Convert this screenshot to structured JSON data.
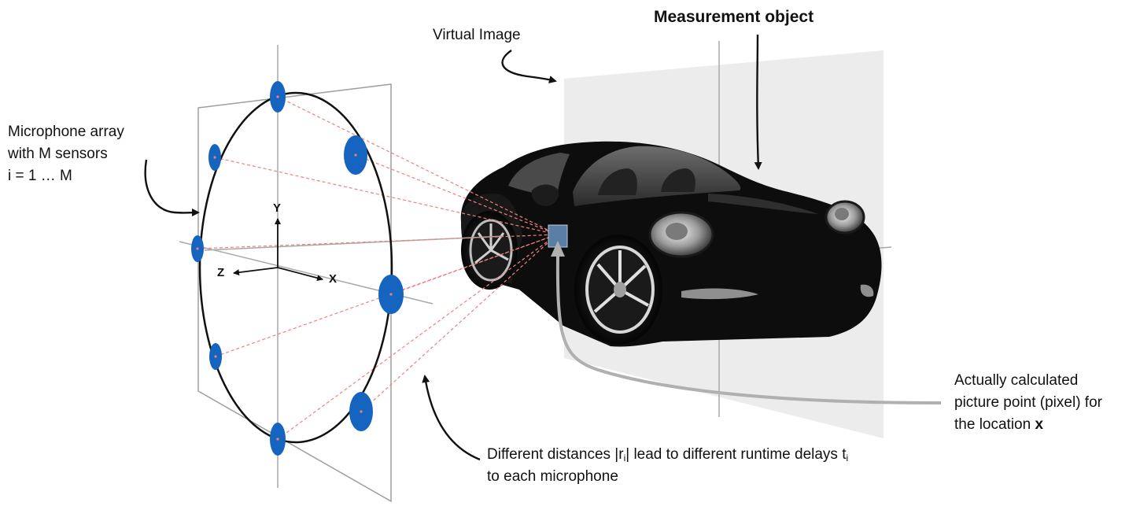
{
  "labels": {
    "measurement_object": "Measurement object",
    "virtual_image": "Virtual Image",
    "mic_array_line1": "Microphone array",
    "mic_array_line2": "with M sensors",
    "mic_array_line3": "i = 1 … M",
    "calc_line1": "Actually calculated",
    "calc_line2": "picture point (pixel) for",
    "calc_line3_prefix": "the location ",
    "calc_line3_bold": "x",
    "distance_line1_a": "Different distances |r",
    "distance_line1_sub_i": "i",
    "distance_line1_b": "| lead to different runtime delays t",
    "distance_line1_sub_t": "i",
    "distance_line2": "to each microphone"
  },
  "axes": {
    "y": "Y",
    "z": "Z",
    "x": "X"
  },
  "colors": {
    "sensor": "#1565c0",
    "ray": "#f08080",
    "frame": "#9e9e9e",
    "virtual_plane": "#ececec",
    "car_body": "#0d0d0d",
    "pixel_marker": "#5a7fa6",
    "pointer_curve": "#b0b0b0"
  }
}
